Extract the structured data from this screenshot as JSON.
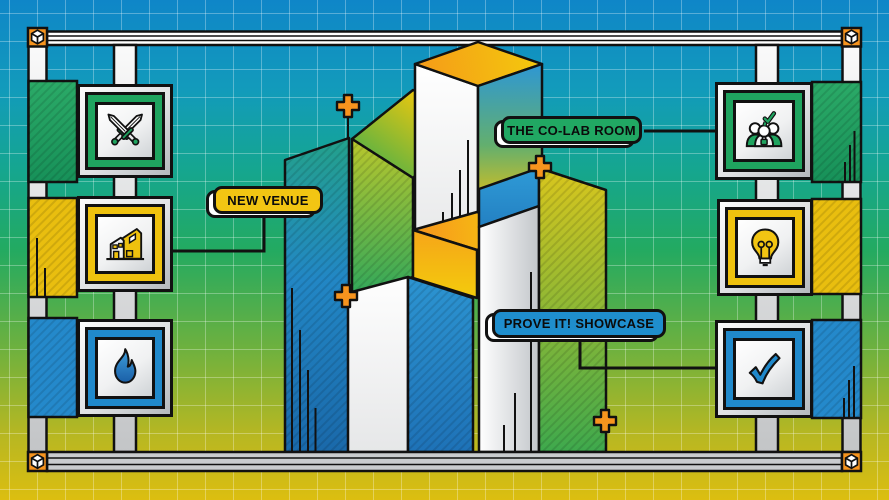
{
  "labels": {
    "new_venue": "NEW VENUE",
    "co_lab_room": "THE CO-LAB ROOM",
    "prove_it_showcase": "PROVE IT! SHOWCASE"
  },
  "icons": {
    "left_column": [
      "crossed-swords-icon",
      "building-icon",
      "flame-icon"
    ],
    "right_column": [
      "team-check-icon",
      "lightbulb-icon",
      "checkmark-icon"
    ],
    "corner_glyph": "cube-icon",
    "marker_glyph": "plus-marker"
  },
  "colors": {
    "accent_orange": "#F7941E",
    "green": "#1FA45F",
    "yellow": "#EFC20E",
    "blue": "#2089CB",
    "sky_top": "#0F86C8",
    "ground_bottom": "#DCBE10",
    "outline": "#111111"
  }
}
